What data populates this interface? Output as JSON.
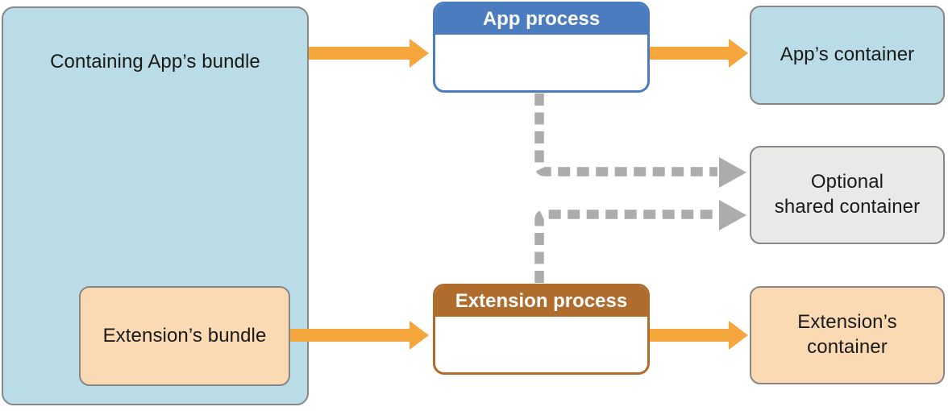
{
  "colors": {
    "light_blue": "#B9DCE7",
    "peach": "#FAD9B3",
    "gray_fill": "#E9EAE8",
    "blue_header": "#4A7CBF",
    "brown_header": "#B06C2D",
    "arrow_orange": "#F5A73E",
    "dash_gray": "#ACACAC",
    "box_border_gray": "#878787",
    "text_dark": "#1A1A1A"
  },
  "nodes": {
    "containing_bundle": {
      "label": "Containing App’s bundle"
    },
    "extension_bundle": {
      "label": "Extension’s bundle"
    },
    "app_process": {
      "title": "App process"
    },
    "extension_process": {
      "title": "Extension process"
    },
    "app_container": {
      "label": "App’s container"
    },
    "shared_container": {
      "line1": "Optional",
      "line2": "shared container"
    },
    "extension_container": {
      "line1": "Extension’s",
      "line2": "container"
    }
  },
  "edges": [
    {
      "from": "containing_bundle",
      "to": "app_process",
      "style": "solid-orange-arrow"
    },
    {
      "from": "app_process",
      "to": "app_container",
      "style": "solid-orange-arrow"
    },
    {
      "from": "extension_bundle",
      "to": "extension_process",
      "style": "solid-orange-arrow"
    },
    {
      "from": "extension_process",
      "to": "extension_container",
      "style": "solid-orange-arrow"
    },
    {
      "from": "app_process",
      "to": "shared_container",
      "style": "dashed-gray-arrow"
    },
    {
      "from": "extension_process",
      "to": "shared_container",
      "style": "dashed-gray-arrow"
    }
  ]
}
